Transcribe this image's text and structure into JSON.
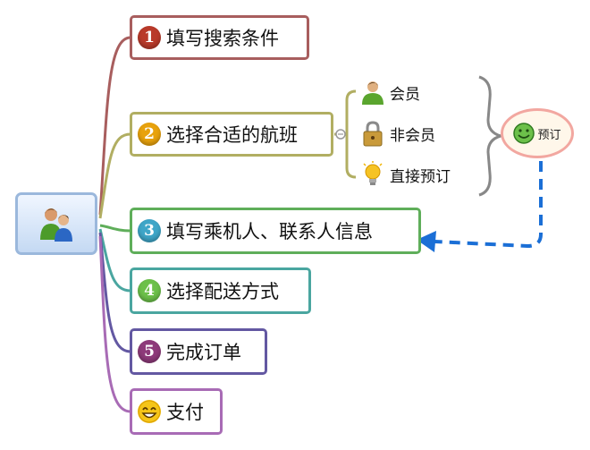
{
  "steps": [
    {
      "num": "1",
      "label": "填写搜索条件",
      "color": "#a85e5e",
      "num_color": "#b93a2a"
    },
    {
      "num": "2",
      "label": "选择合适的航班",
      "color": "#b1ae62",
      "num_color": "#e8a20c"
    },
    {
      "num": "3",
      "label": "填写乘机人、联系人信息",
      "color": "#5fae5a",
      "num_color": "#3fa6c8"
    },
    {
      "num": "4",
      "label": "选择配送方式",
      "color": "#4aa6a0",
      "num_color": "#6cc04a"
    },
    {
      "num": "5",
      "label": "完成订单",
      "color": "#6358a2",
      "num_color": "#8e3a7a"
    },
    {
      "num": "",
      "label": "支付",
      "color": "#a86bb5",
      "icon": "smiley-icon"
    }
  ],
  "flight_options": [
    {
      "label": "会员",
      "icon": "person-icon"
    },
    {
      "label": "非会员",
      "icon": "lock-icon"
    },
    {
      "label": "直接预订",
      "icon": "lightbulb-icon"
    }
  ],
  "booking": {
    "label": "预订",
    "icon": "smiley-icon",
    "border_color": "#f2a7a0"
  },
  "root": {
    "icon": "users-icon",
    "border_color": "#9bb8dc"
  },
  "connector_color": "#1b6fd6"
}
